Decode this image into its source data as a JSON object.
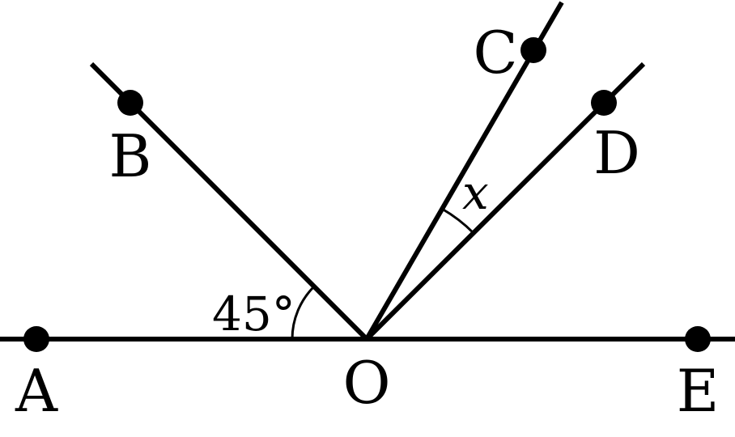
{
  "diagram": {
    "points": {
      "A": "A",
      "B": "B",
      "C": "C",
      "D": "D",
      "E": "E",
      "O": "O"
    },
    "angle_BOA": "45°",
    "angle_COD": "x"
  }
}
